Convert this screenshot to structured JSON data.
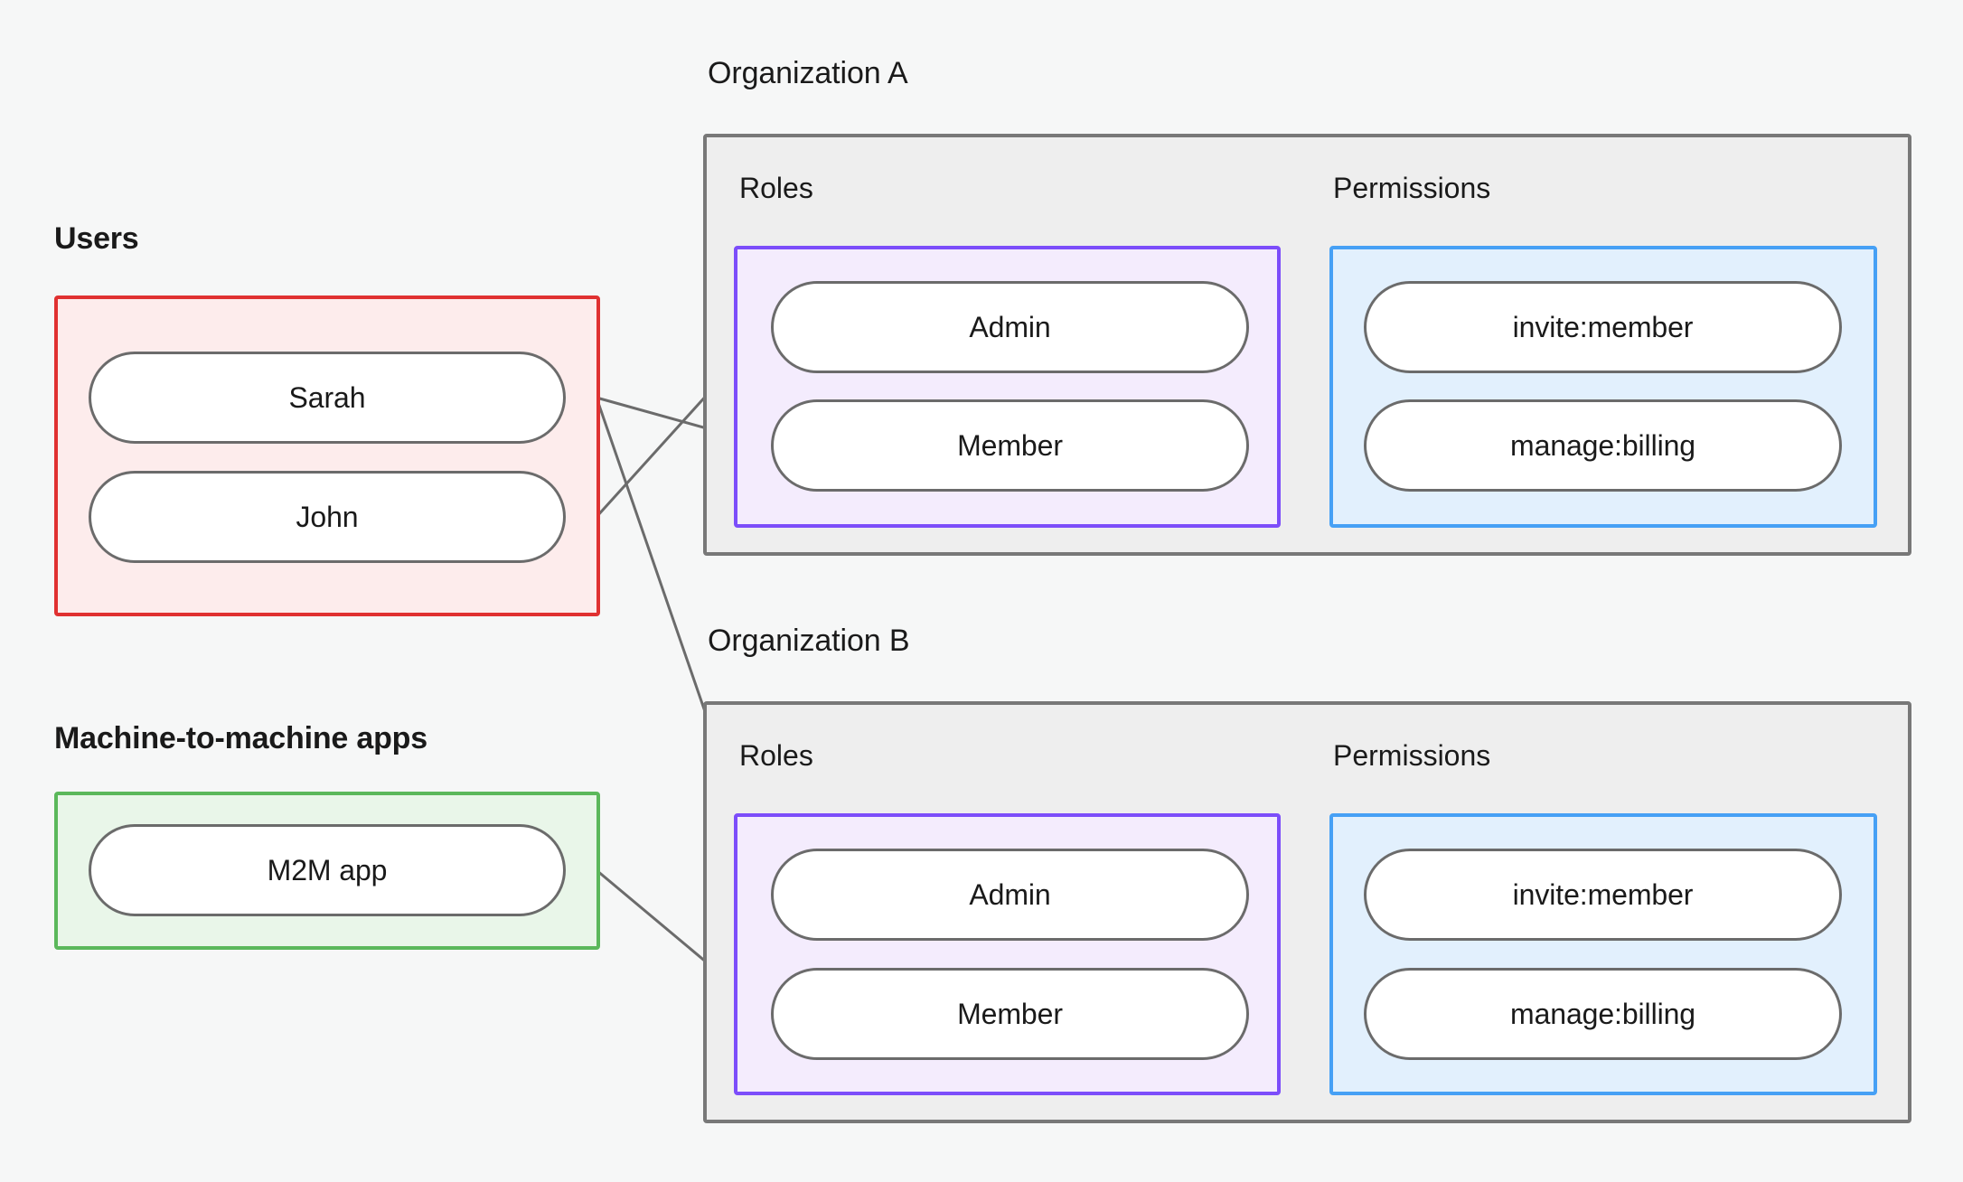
{
  "diagram": {
    "title_left_users": "Users",
    "title_left_m2m": "Machine-to-machine apps",
    "organizations": [
      {
        "name": "Organization A",
        "roles_label": "Roles",
        "permissions_label": "Permissions",
        "roles": [
          "Admin",
          "Member"
        ],
        "permissions": [
          "invite:member",
          "manage:billing"
        ]
      },
      {
        "name": "Organization B",
        "roles_label": "Roles",
        "permissions_label": "Permissions",
        "roles": [
          "Admin",
          "Member"
        ],
        "permissions": [
          "invite:member",
          "manage:billing"
        ]
      }
    ],
    "users": [
      "Sarah",
      "John"
    ],
    "m2m_apps": [
      "M2M app"
    ],
    "colors": {
      "background": "#f6f7f7",
      "users_border": "#e03131",
      "users_fill": "#fdecec",
      "m2m_border": "#5bb85b",
      "m2m_fill": "#e9f6e9",
      "org_border": "#787878",
      "org_fill": "#eeeeee",
      "roles_border": "#7c4dfa",
      "roles_fill": "#f4ecfd",
      "permissions_border": "#46a0f5",
      "permissions_fill": "#e2f0fd",
      "node_border": "#6b6b6b",
      "node_fill": "#ffffff",
      "edge": "#6b6b6b",
      "text": "#1a1a1a"
    }
  }
}
